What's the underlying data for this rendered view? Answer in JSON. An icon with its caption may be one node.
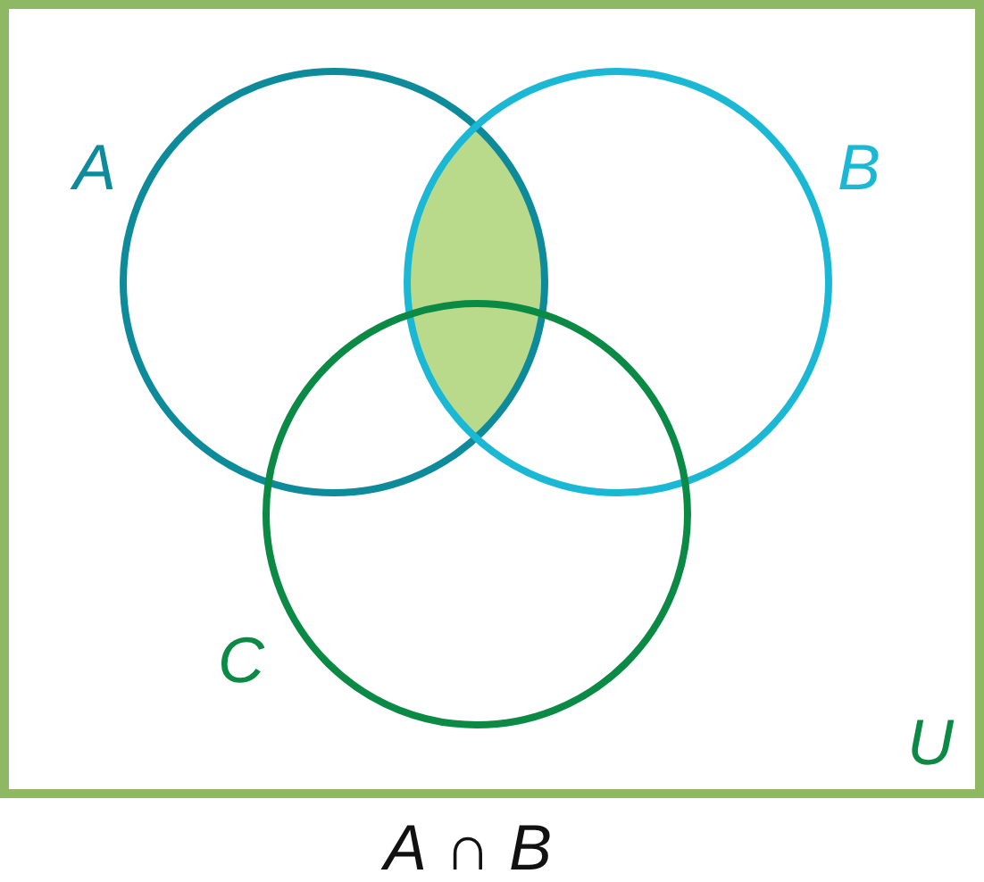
{
  "diagram": {
    "caption": "*A* ∩ *B*",
    "nodes": [
      {
        "text": [
          "U"
        ]
      },
      {
        "text": [
          "A"
        ],
        "in": 0
      },
      {
        "text": [
          "B"
        ],
        "in": 0
      },
      {
        "text": [
          "C"
        ],
        "in": 0
      },
      {
        "text": [],
        "shape": "lens"
      }
    ]
  }
}
